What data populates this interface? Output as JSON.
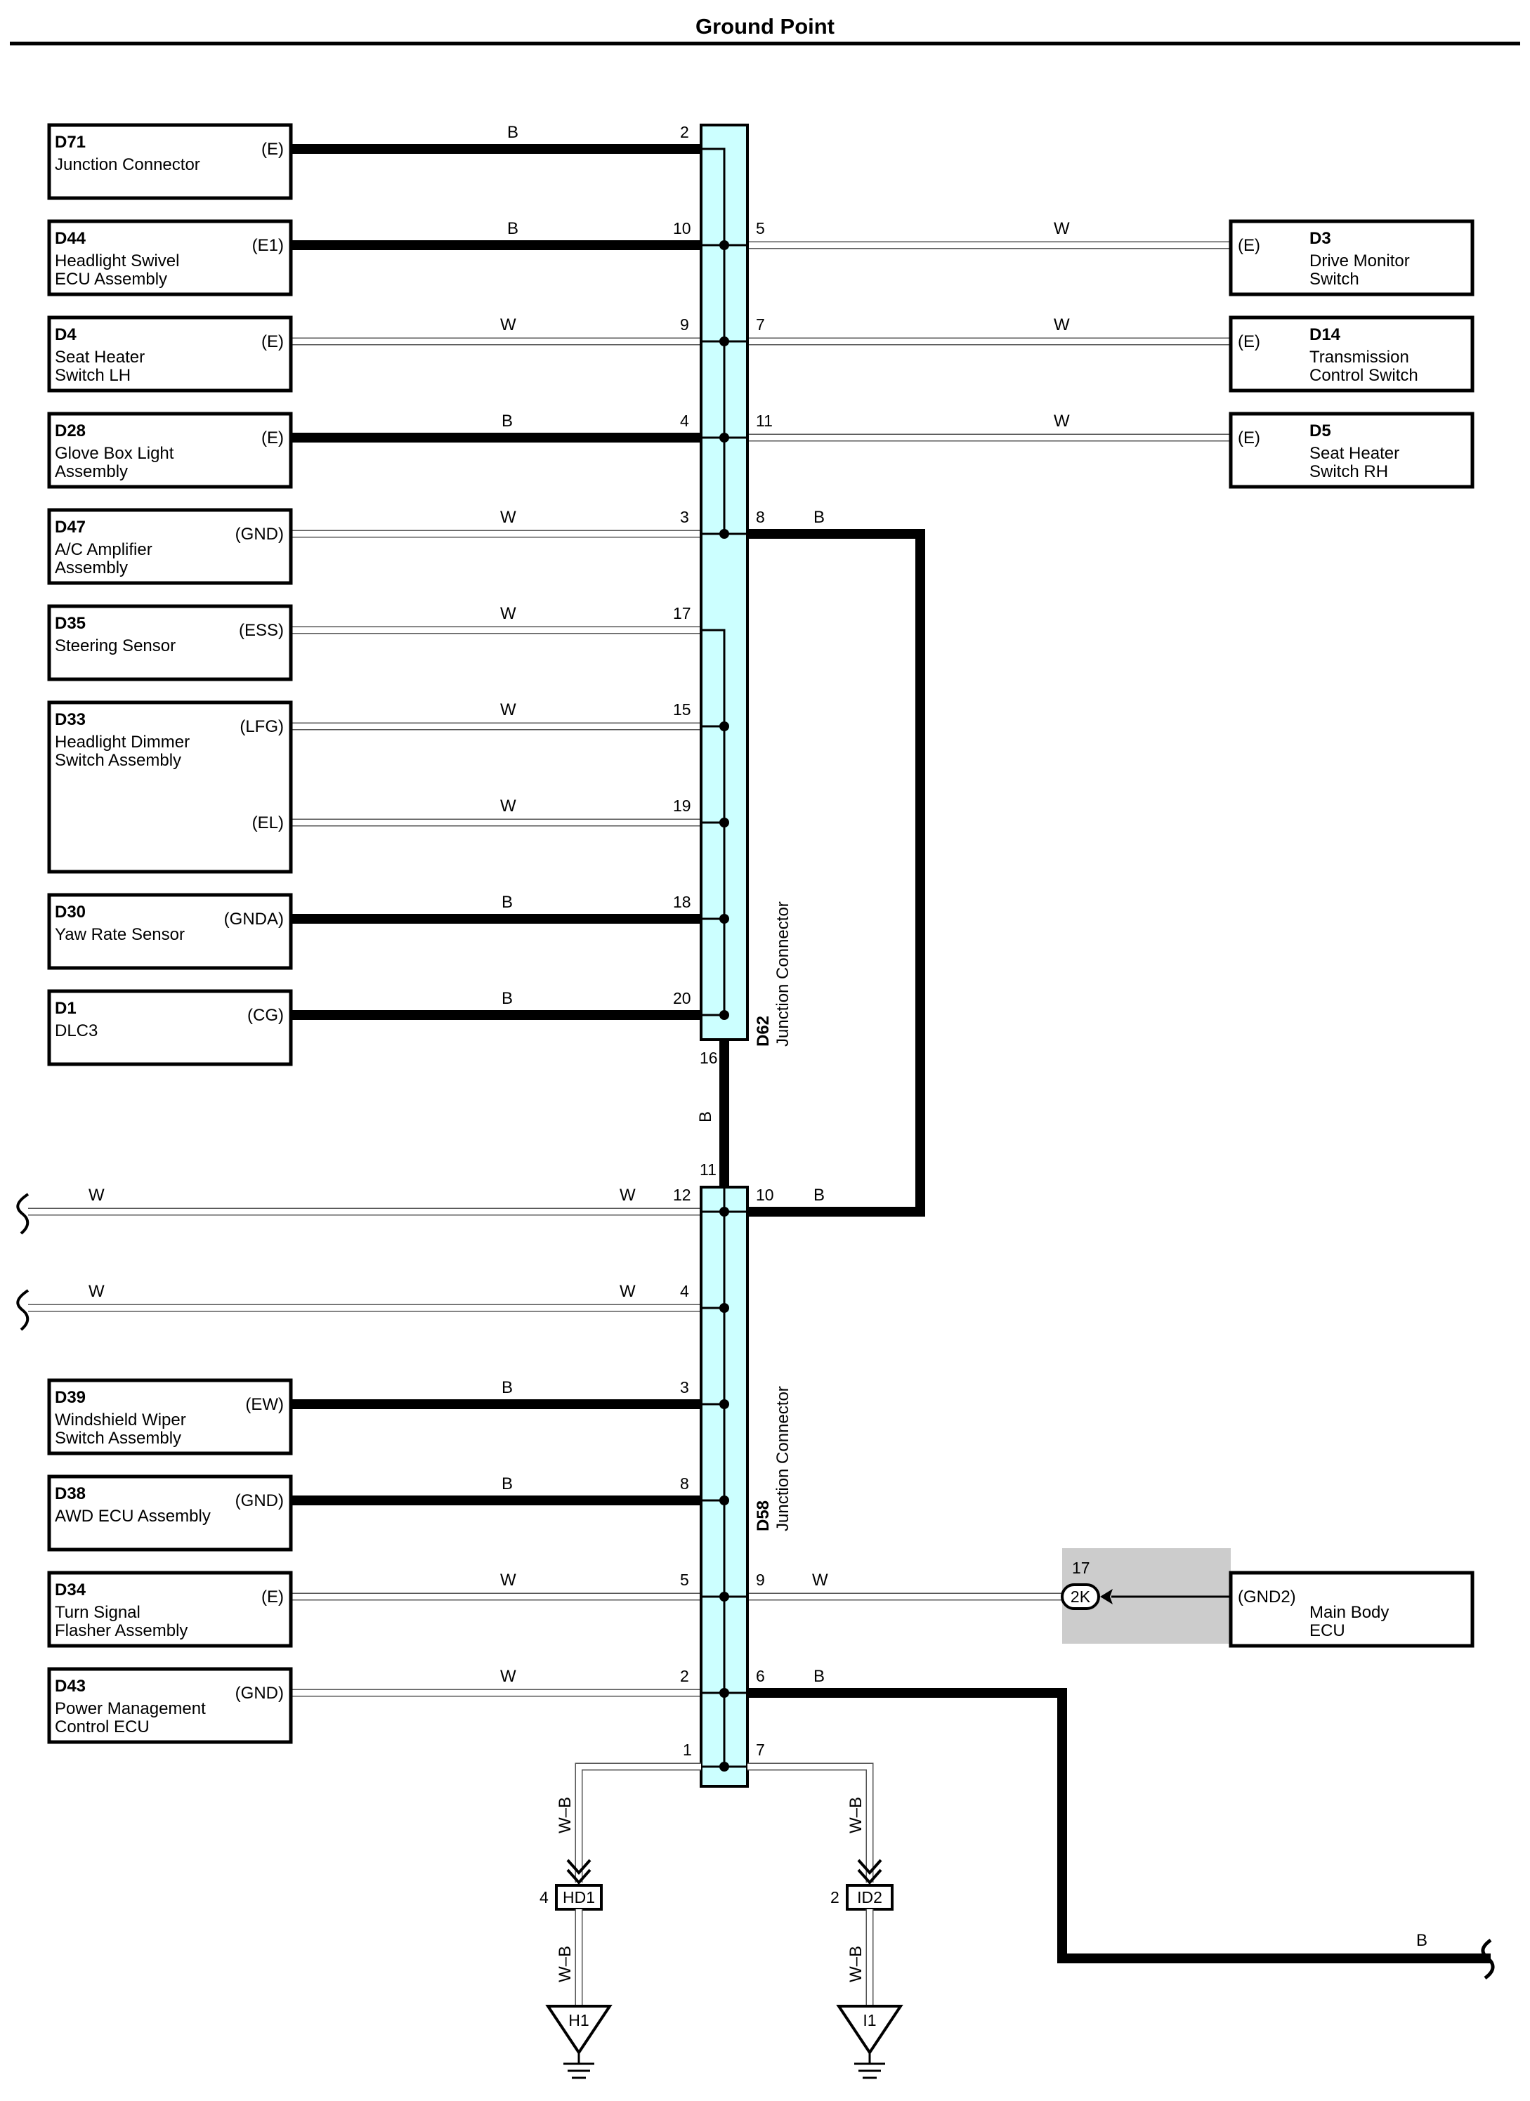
{
  "title": "Ground Point",
  "left_components": [
    {
      "code": "D71",
      "lines": [
        "Junction Connector"
      ],
      "terminal": "(E)",
      "wire": "B",
      "pin": "2"
    },
    {
      "code": "D44",
      "lines": [
        "Headlight Swivel",
        "ECU Assembly"
      ],
      "terminal": "(E1)",
      "wire": "B",
      "pin": "10"
    },
    {
      "code": "D4",
      "lines": [
        "Seat Heater",
        "Switch LH"
      ],
      "terminal": "(E)",
      "wire": "W",
      "pin": "9"
    },
    {
      "code": "D28",
      "lines": [
        "Glove Box Light",
        "Assembly"
      ],
      "terminal": "(E)",
      "wire": "B",
      "pin": "4"
    },
    {
      "code": "D47",
      "lines": [
        "A/C Amplifier",
        "Assembly"
      ],
      "terminal": "(GND)",
      "wire": "W",
      "pin": "3"
    },
    {
      "code": "D35",
      "lines": [
        "Steering Sensor"
      ],
      "terminal": "(ESS)",
      "wire": "W",
      "pin": "17"
    },
    {
      "code": "D33",
      "lines": [
        "Headlight Dimmer",
        "Switch Assembly"
      ],
      "terminal": "(LFG)",
      "wire": "W",
      "pin": "15",
      "terminal2": "(EL)",
      "wire2": "W",
      "pin2": "19"
    },
    {
      "code": "D30",
      "lines": [
        "Yaw Rate Sensor"
      ],
      "terminal": "(GNDA)",
      "wire": "B",
      "pin": "18"
    },
    {
      "code": "D1",
      "lines": [
        "DLC3"
      ],
      "terminal": "(CG)",
      "wire": "B",
      "pin": "20"
    },
    {
      "code": "D39",
      "lines": [
        "Windshield Wiper",
        "Switch Assembly"
      ],
      "terminal": "(EW)",
      "wire": "B",
      "pin": "3"
    },
    {
      "code": "D38",
      "lines": [
        "AWD ECU Assembly"
      ],
      "terminal": "(GND)",
      "wire": "B",
      "pin": "8"
    },
    {
      "code": "D34",
      "lines": [
        "Turn Signal",
        "Flasher Assembly"
      ],
      "terminal": "(E)",
      "wire": "W",
      "pin": "5"
    },
    {
      "code": "D43",
      "lines": [
        "Power Management",
        "Control ECU"
      ],
      "terminal": "(GND)",
      "wire": "W",
      "pin": "2"
    }
  ],
  "right_components": [
    {
      "code": "D3",
      "lines": [
        "Drive Monitor",
        "Switch"
      ],
      "terminal": "(E)",
      "wire": "W",
      "pin": "5"
    },
    {
      "code": "D14",
      "lines": [
        "Transmission",
        "Control Switch"
      ],
      "terminal": "(E)",
      "wire": "W",
      "pin": "7"
    },
    {
      "code": "D5",
      "lines": [
        "Seat Heater",
        "Switch RH"
      ],
      "terminal": "(E)",
      "wire": "W",
      "pin": "11"
    }
  ],
  "main_body_ecu": {
    "lines": [
      "Main Body",
      "ECU"
    ],
    "terminal": "(GND2)",
    "connector": "2K",
    "pin": "17",
    "wire": "W",
    "jc_pin": "9"
  },
  "junction_connectors": [
    {
      "code": "D62",
      "name": "Junction Connector"
    },
    {
      "code": "D58",
      "name": "Junction Connector"
    }
  ],
  "d62_extra": {
    "pin8": "8",
    "wire8": "B",
    "pin16": "16",
    "link_wire": "B"
  },
  "d58_extra": {
    "pin11": "11",
    "pin10": "10",
    "wire10": "B",
    "pin12": "12",
    "wire12_left": "W",
    "wire12_right": "W",
    "pin4": "4",
    "wire4_left": "W",
    "wire4_right": "W",
    "pin6": "6",
    "wire6": "B",
    "wire6_end": "B",
    "pin1": "1",
    "pin7": "7"
  },
  "grounds": [
    {
      "connector": "HD1",
      "connector_pin": "4",
      "wire_top": "W–B",
      "wire_bottom": "W–B",
      "ground": "H1"
    },
    {
      "connector": "ID2",
      "connector_pin": "2",
      "wire_top": "W–B",
      "wire_bottom": "W–B",
      "ground": "I1"
    }
  ]
}
